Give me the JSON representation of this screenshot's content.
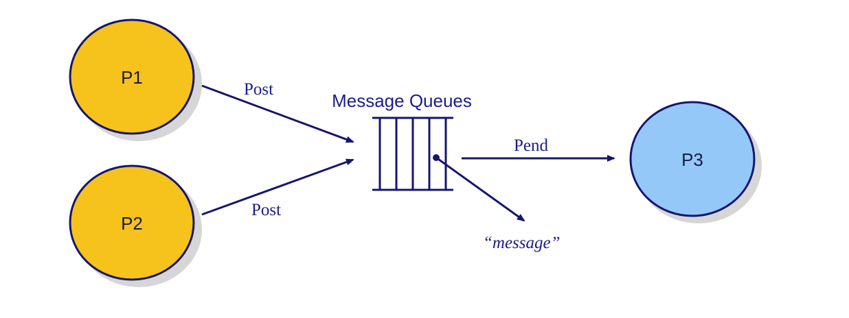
{
  "colors": {
    "producer_fill": "#f6c21c",
    "consumer_fill": "#94c8f8",
    "stroke": "#15166e",
    "shadow": "#cfcfcf"
  },
  "nodes": {
    "p1": {
      "label": "P1"
    },
    "p2": {
      "label": "P2"
    },
    "p3": {
      "label": "P3"
    }
  },
  "queue": {
    "title": "Message Queues"
  },
  "edges": {
    "p1_post": "Post",
    "p2_post": "Post",
    "pend": "Pend"
  },
  "message": {
    "label": "“message”"
  }
}
